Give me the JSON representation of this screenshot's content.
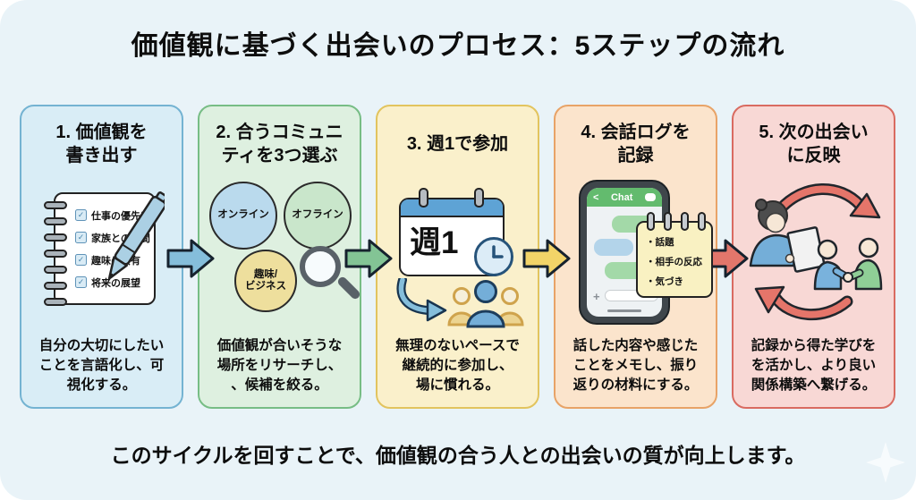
{
  "header": {
    "title": "価値観に基づく出会いのプロセス：5ステップの流れ"
  },
  "footer": {
    "text": "このサイクルを回すことで、価値観の合う人との出会いの質が向上します。"
  },
  "colors": {
    "background": "#e9f3f8",
    "step_accents": [
      "#74b3d2",
      "#77bd85",
      "#e2c45e",
      "#e8a367",
      "#d96b61"
    ],
    "step_backgrounds": [
      "#d9edf6",
      "#def0e0",
      "#faf0cb",
      "#fbe4cc",
      "#f8d8d5"
    ],
    "arrow_colors": [
      "#85bedb",
      "#83c495",
      "#f2d468",
      "#e2766b"
    ]
  },
  "steps": [
    {
      "title": "1. 価値観を\n書き出す",
      "description": "自分の大切にしたい\nことを言語化し、可\n視化する。",
      "checklist": [
        "仕事の優先度",
        "家族との時間",
        "趣味の共有",
        "将来の展望"
      ]
    },
    {
      "title": "2. 合うコミュニ\nティを3つ選ぶ",
      "description": "価値観が合いそうな\n場所をリサーチし、\n、候補を絞る。",
      "circles": [
        "オンライン",
        "オフライン",
        "趣味/\nビジネス"
      ]
    },
    {
      "title": "3. 週1で参加",
      "description": "無理のないペースで\n継続的に参加し、\n場に慣れる。",
      "calendar_label": "週1"
    },
    {
      "title": "4. 会話ログを\n記録",
      "description": "話した内容や感じた\nことをメモし、振り\n返りの材料にする。",
      "chat_title": "Chat",
      "memo_items": [
        "・話題",
        "・相手の反応",
        "・気づき"
      ]
    },
    {
      "title": "5. 次の出会い\nに反映",
      "description": "記録から得た学びを\nを活かし、より良い\n関係構築へ繋げる。"
    }
  ]
}
